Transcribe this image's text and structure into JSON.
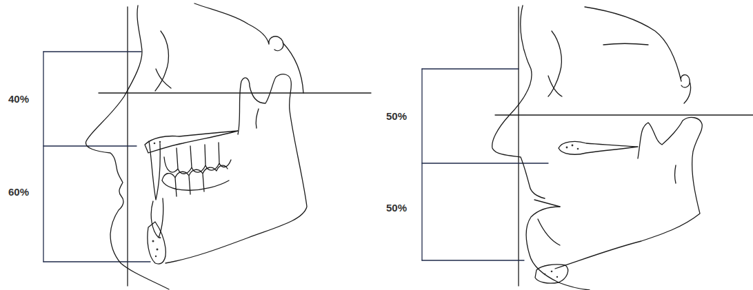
{
  "diagram": {
    "labels": [
      "40%",
      "60%",
      "50%",
      "50%"
    ]
  }
}
